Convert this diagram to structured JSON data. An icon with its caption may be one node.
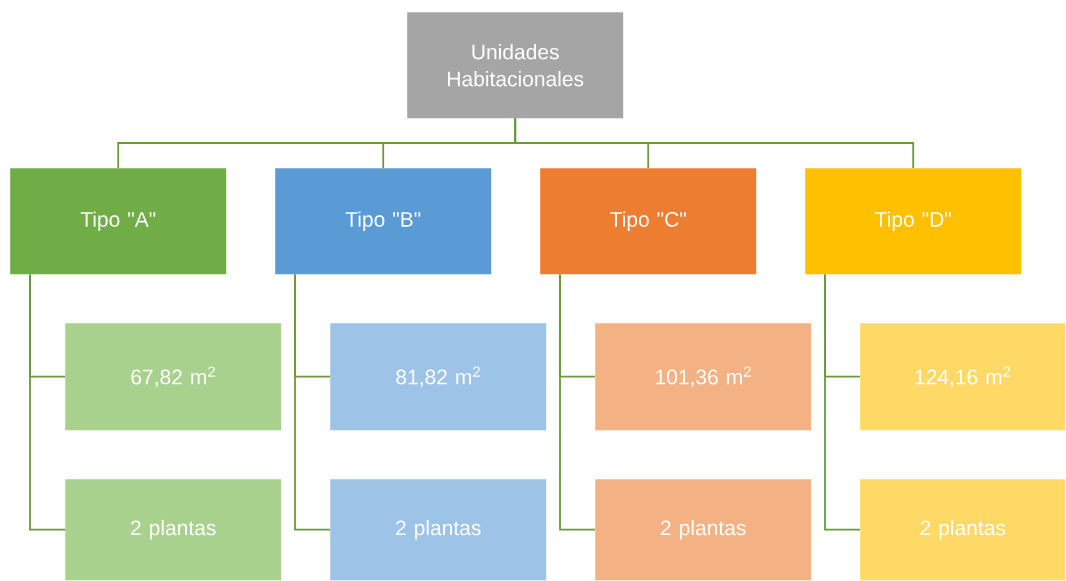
{
  "diagram": {
    "nodes": [
      {
        "text": [
          "Unidades Habitacionales"
        ]
      },
      {
        "text": [
          "Tipo \"A\""
        ]
      },
      {
        "text": [
          "Tipo \"B\""
        ]
      },
      {
        "text": [
          "Tipo \"C\""
        ]
      },
      {
        "text": [
          "Tipo \"D\""
        ]
      },
      {
        "text": [
          "67,82 m$^{2}$"
        ]
      },
      {
        "text": [
          "2 plantas"
        ]
      },
      {
        "text": [
          "81,82 m$^{2}$"
        ]
      },
      {
        "text": [
          "2 plantas"
        ]
      },
      {
        "text": [
          "101,36 m$^{2}$"
        ]
      },
      {
        "text": [
          "2 plantas"
        ]
      },
      {
        "text": [
          "124,16 m$^{2}$"
        ]
      },
      {
        "text": [
          "2 plantas"
        ]
      }
    ],
    "edges": [
      {
        "from": 0,
        "to": 1,
        "arrow": "none"
      },
      {
        "from": 0,
        "to": 2,
        "arrow": "none"
      },
      {
        "from": 0,
        "to": 3,
        "arrow": "none"
      },
      {
        "from": 0,
        "to": 4,
        "arrow": "none"
      },
      {
        "from": 1,
        "to": 5,
        "arrow": "none"
      },
      {
        "from": 1,
        "to": 6,
        "arrow": "none"
      },
      {
        "from": 2,
        "to": 7,
        "arrow": "none"
      },
      {
        "from": 2,
        "to": 8,
        "arrow": "none"
      },
      {
        "from": 3,
        "to": 9,
        "arrow": "none"
      },
      {
        "from": 3,
        "to": 10,
        "arrow": "none"
      },
      {
        "from": 4,
        "to": 11,
        "arrow": "none"
      },
      {
        "from": 4,
        "to": 12,
        "arrow": "none"
      }
    ]
  }
}
